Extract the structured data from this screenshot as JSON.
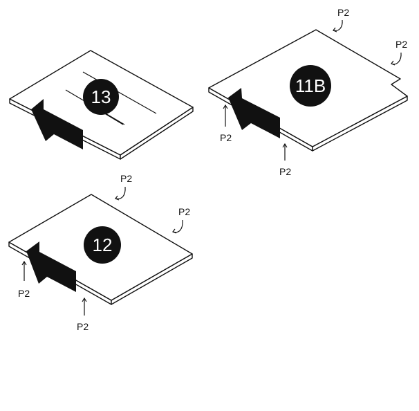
{
  "panels": {
    "p13": {
      "badge": "13"
    },
    "p11b": {
      "badge": "11B",
      "labels": [
        "P2",
        "P2",
        "P2",
        "P2"
      ]
    },
    "p12": {
      "badge": "12",
      "labels": [
        "P2",
        "P2",
        "P2",
        "P2"
      ]
    }
  },
  "colors": {
    "ink": "#111111",
    "paper": "#ffffff"
  }
}
